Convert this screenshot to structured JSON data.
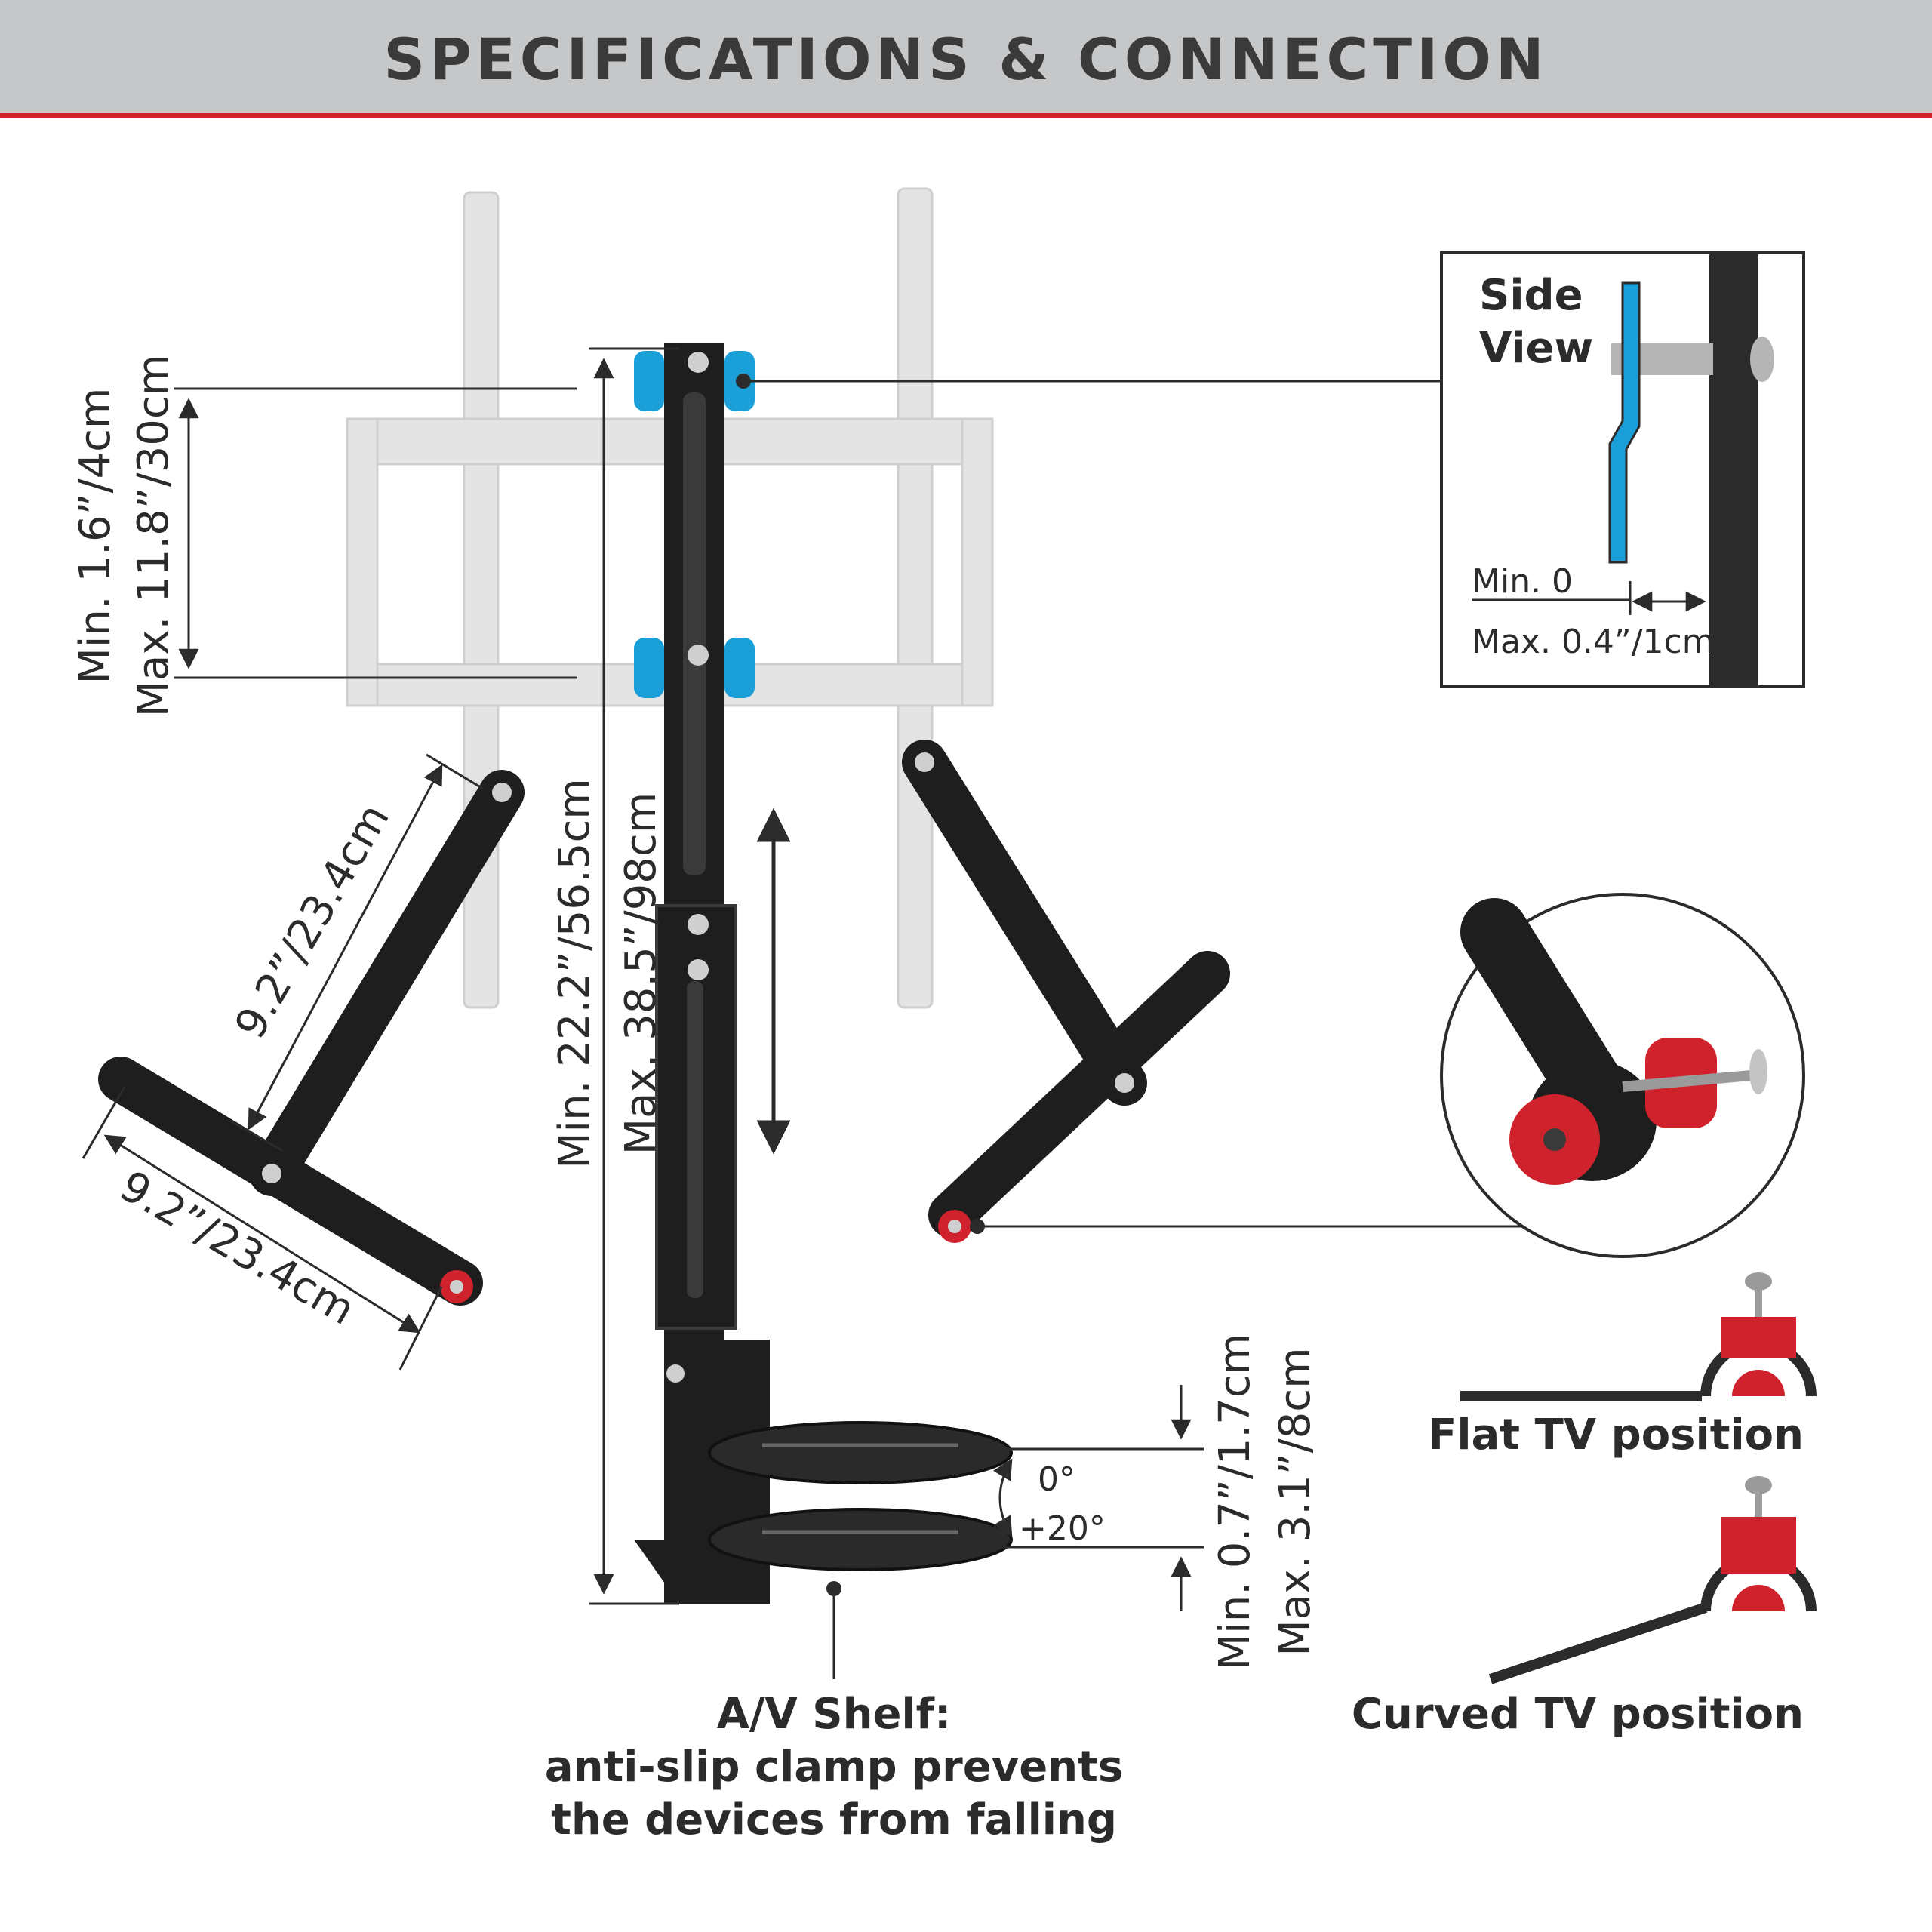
{
  "header": {
    "title": "SPECIFICATIONS & CONNECTION"
  },
  "dimensions": {
    "vertical_spacing_min": "Min. 1.6”/4cm",
    "vertical_spacing_max": "Max. 11.8”/30cm",
    "arm_length": "9.2”/23.4cm",
    "bar_length": "9.2”/23.4cm",
    "column_min": "Min. 22.2”/56.5cm",
    "column_max": "Max. 38.5”/98cm",
    "shelf_gap_min": "Min. 0.7”/1.7cm",
    "shelf_gap_max": "Max. 3.1”/8cm",
    "tilt_min": "0°",
    "tilt_max": "+20°"
  },
  "side_view": {
    "title_line1": "Side",
    "title_line2": "View",
    "min_label": "Min. 0",
    "max_label": "Max. 0.4”/1cm"
  },
  "shelf_caption": {
    "line1": "A/V Shelf:",
    "line2": "anti-slip clamp prevents",
    "line3": "the devices from falling"
  },
  "positions": {
    "flat": "Flat TV position",
    "curved": "Curved TV position"
  },
  "colors": {
    "header_bg": "#c6c7c9",
    "accent_red": "#d0222c",
    "clamp_blue": "#1a9fd8",
    "metal_black": "#1e1e1e",
    "ghost_bracket": "#e4e4e4"
  }
}
